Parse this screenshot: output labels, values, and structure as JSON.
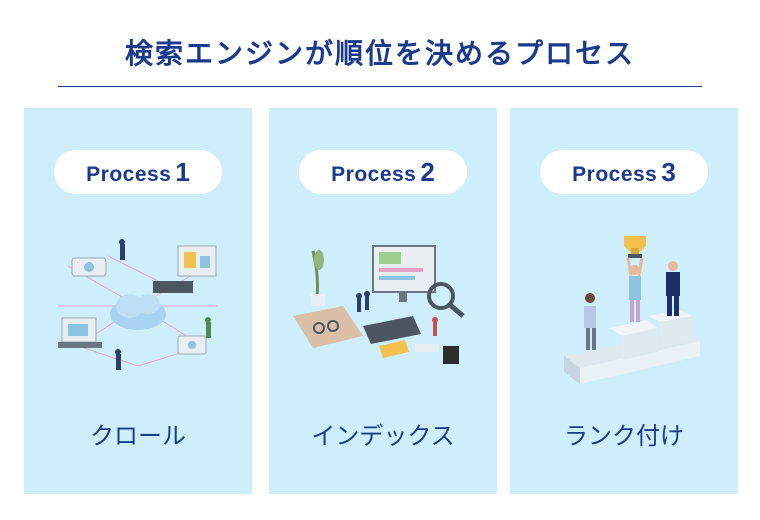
{
  "title": "検索エンジンが順位を決めるプロセス",
  "cards": [
    {
      "process_label": "Process",
      "process_number": "1",
      "name": "クロール",
      "illustration": "crawl-network-illustration"
    },
    {
      "process_label": "Process",
      "process_number": "2",
      "name": "インデックス",
      "illustration": "index-workspace-illustration"
    },
    {
      "process_label": "Process",
      "process_number": "3",
      "name": "ランク付け",
      "illustration": "ranking-podium-illustration"
    }
  ],
  "colors": {
    "title": "#1b3a8c",
    "card_background": "#cfeefb",
    "pill_background": "#ffffff"
  }
}
